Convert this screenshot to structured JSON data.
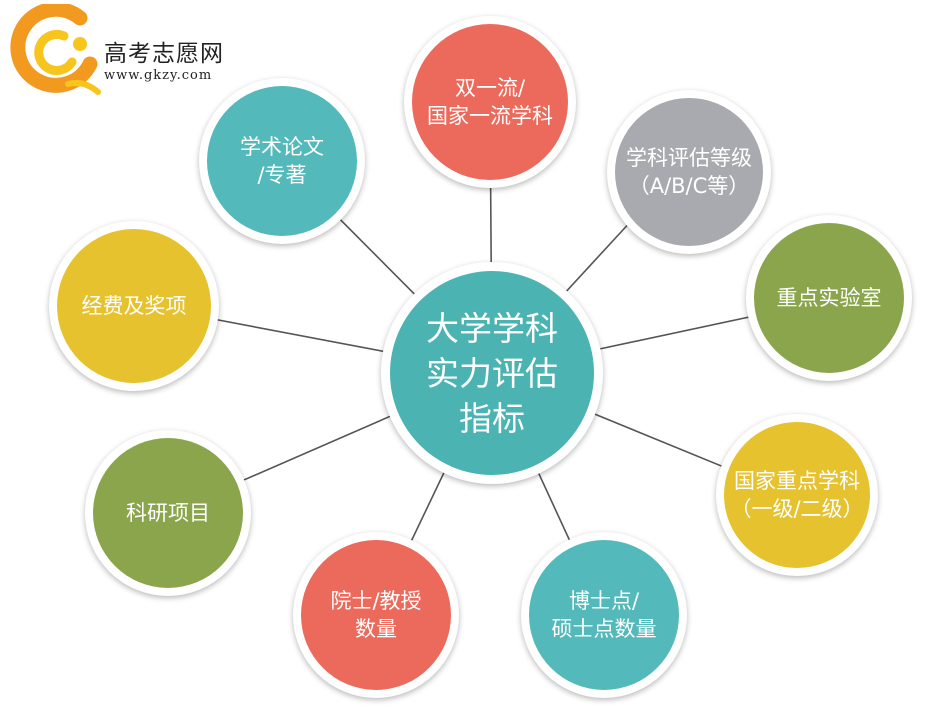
{
  "logo": {
    "title": "高考志愿网",
    "url": "www.gkzy.com"
  },
  "center": {
    "lines": [
      "大学学科",
      "实力评估",
      "指标"
    ],
    "color": "#4BB3B2"
  },
  "nodes": [
    {
      "id": "double-first-class",
      "lines": [
        "双一流/",
        "国家一流学科"
      ],
      "color": "#EC6A5C"
    },
    {
      "id": "subject-evaluation-grade",
      "lines": [
        "学科评估等级",
        "（A/B/C等）"
      ],
      "color": "#A8AAAF"
    },
    {
      "id": "key-laboratory",
      "lines": [
        "重点实验室"
      ],
      "color": "#8BA54C"
    },
    {
      "id": "national-key-discipline",
      "lines": [
        "国家重点学科",
        "（一级/二级）"
      ],
      "color": "#E6C22E"
    },
    {
      "id": "doctoral-master-points",
      "lines": [
        "博士点/",
        "硕士点数量"
      ],
      "color": "#53B9BA"
    },
    {
      "id": "academicians-professors",
      "lines": [
        "院士/教授",
        "数量"
      ],
      "color": "#EC6A5C"
    },
    {
      "id": "research-projects",
      "lines": [
        "科研项目"
      ],
      "color": "#8BA54C"
    },
    {
      "id": "funding-awards",
      "lines": [
        "经费及奖项"
      ],
      "color": "#E6C22E"
    },
    {
      "id": "papers-monographs",
      "lines": [
        "学术论文",
        "/专著"
      ],
      "color": "#53B9BA"
    }
  ],
  "colors": {
    "line": "#555555",
    "logo_orange": "#F29A1F",
    "logo_yellow": "#F8C51C"
  }
}
